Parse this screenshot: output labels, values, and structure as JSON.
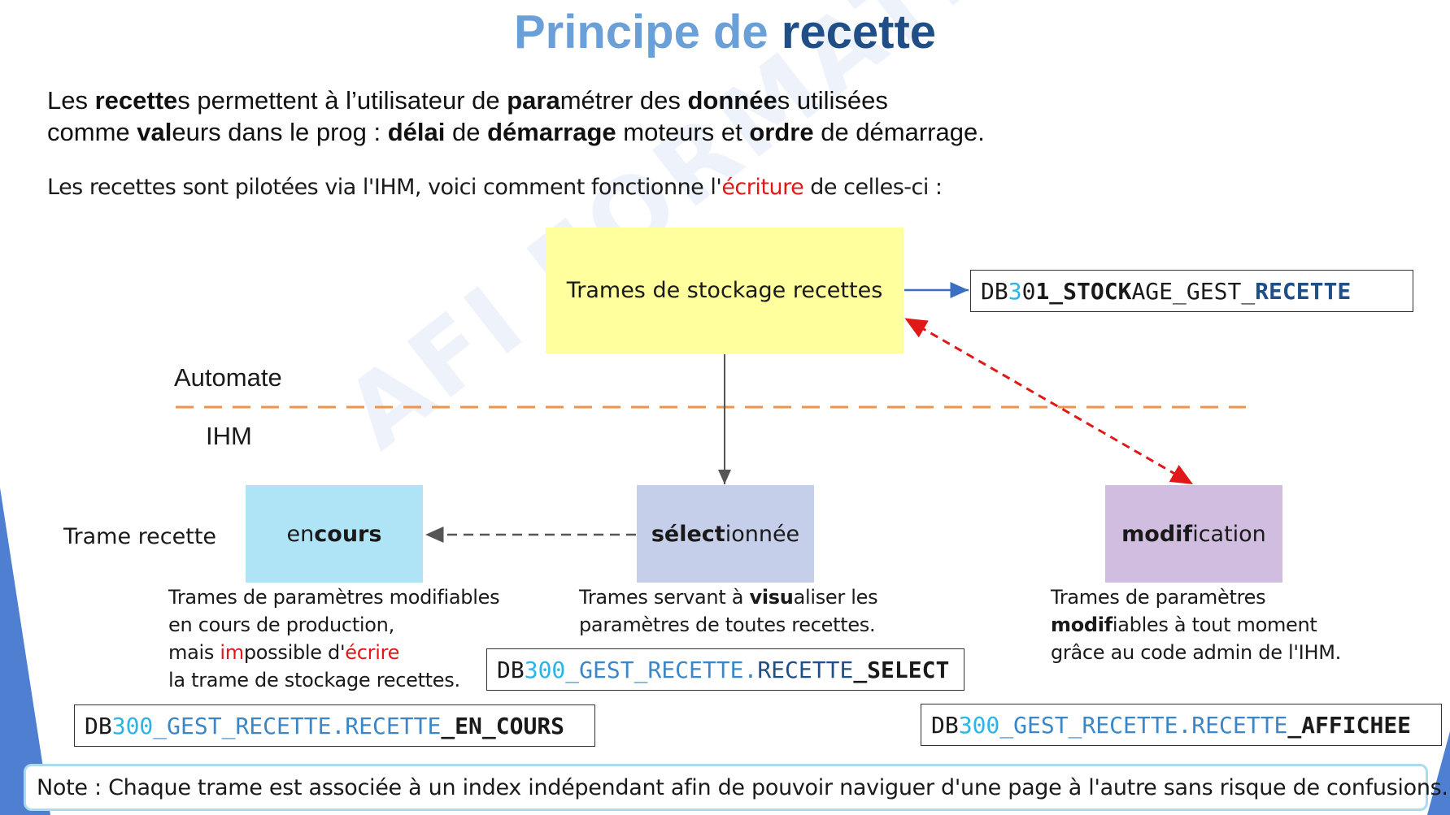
{
  "title": {
    "w1": "Principe",
    "w2": "de",
    "w3": "recette"
  },
  "intro": {
    "l1": {
      "a": "Les ",
      "b": "recette",
      "c": "s permettent à l’utilisateur de ",
      "d": "para",
      "e": "métrer des ",
      "f": "donnée",
      "g": "s utilisées"
    },
    "l2": {
      "a": "comme ",
      "b": "val",
      "c": "eurs dans le prog : ",
      "d": "délai",
      "e": " de ",
      "f": "démarrage",
      "g": " moteurs et ",
      "h": "ordre",
      "i": " de démarrage."
    }
  },
  "subline": {
    "a": "Les recettes sont pilotées via l'IHM, voici comment fonctionne l'",
    "b": "écriture",
    "c": " de celles-ci :"
  },
  "watermark": "AFI FORMATION OUEST",
  "storage_box": "Trames de stockage recettes",
  "db301": {
    "a": "DB",
    "b": "3",
    "c": "0",
    "d": "1_STOCK",
    "e": "AGE_GEST_",
    "f": "RECETTE"
  },
  "labels": {
    "automate": "Automate",
    "ihm": "IHM",
    "trame": "Trame recette"
  },
  "boxes": {
    "encours": {
      "a": "en ",
      "b": "cours"
    },
    "select": {
      "a": "sélect",
      "b": "ionnée"
    },
    "modif": {
      "a": "modif",
      "b": "ication"
    }
  },
  "desc1": {
    "l1": "Trames de paramètres modifiables",
    "l2": "en cours de production,",
    "l3a": "mais ",
    "l3b": "im",
    "l3c": "possible d'",
    "l3d": "écrire",
    "l4": "la trame de stockage recettes."
  },
  "desc2": {
    "l1a": "Trames servant à ",
    "l1b": "visu",
    "l1c": "aliser les",
    "l2": "paramètres de toutes recettes."
  },
  "desc3": {
    "l1": "Trames de paramètres",
    "l2a": "modif",
    "l2b": "iables à tout moment",
    "l3": "grâce au code admin de l'IHM."
  },
  "dbsel": {
    "a": "DB",
    "b": "300",
    "c": "_GEST_RECETTE.",
    "d": "RECETTE",
    "e": "_SELECT"
  },
  "dbenc": {
    "a": "DB",
    "b": "300",
    "c": "_GEST_RECETTE.RECETTE",
    "d": "_EN_COURS"
  },
  "dbaff": {
    "a": "DB",
    "b": "300",
    "c": "_GEST_RECETTE.RECETTE",
    "d": "_AFFICHEE"
  },
  "note": "Note : Chaque trame est associée à un index indépendant afin de pouvoir naviguer d'une page à l'autre sans risque de confusions.",
  "colors": {
    "title_light": "#6a9fd8",
    "title_dark": "#1f4f86",
    "highlight_red": "#e01818",
    "separator_orange": "#f0934a",
    "arrow_blue": "#3b6fc4",
    "dashed_red": "#e01818",
    "storage_yellow": "#ffff9d",
    "encours_cyan": "#aee4f6",
    "select_blue": "#c5cfea",
    "modif_purple": "#d0bde0"
  }
}
